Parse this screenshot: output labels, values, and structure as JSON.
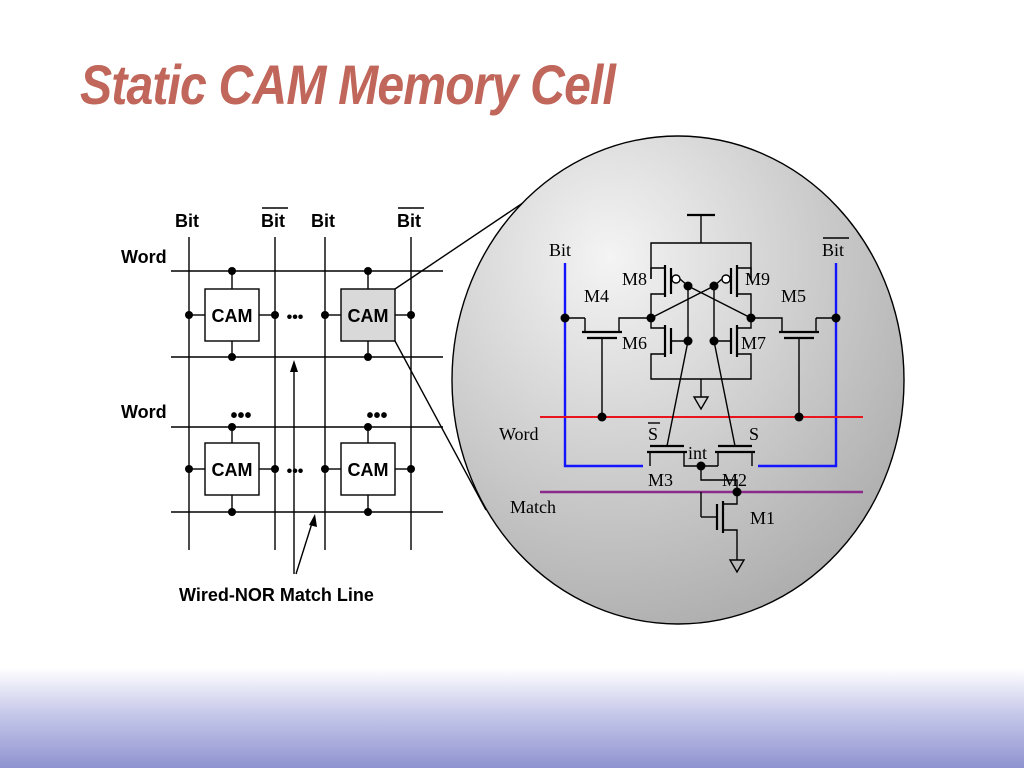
{
  "title": "Static CAM Memory Cell",
  "array": {
    "bit_labels": [
      "Bit",
      "Bit",
      "Bit",
      "Bit"
    ],
    "word_labels": [
      "Word",
      "Word"
    ],
    "cell_label": "CAM",
    "ellipsis": "•••",
    "match_line_label": "Wired-NOR Match Line"
  },
  "cell": {
    "bit_label": "Bit",
    "bitbar_label": "Bit",
    "word_label": "Word",
    "match_label": "Match",
    "transistors": [
      "M8",
      "M9",
      "M4",
      "M5",
      "M6",
      "M7",
      "M3",
      "M2",
      "M1"
    ],
    "s_label": "S",
    "sbar_label": "S",
    "int_label": "int"
  },
  "colors": {
    "title": "#c0665a",
    "bit_lines": "#1414ff",
    "word_line": "#e8141e",
    "match_line": "#8c2a8c",
    "bubble_fill": "#d0d0d0",
    "highlight_cell": "#d9d9d9"
  }
}
